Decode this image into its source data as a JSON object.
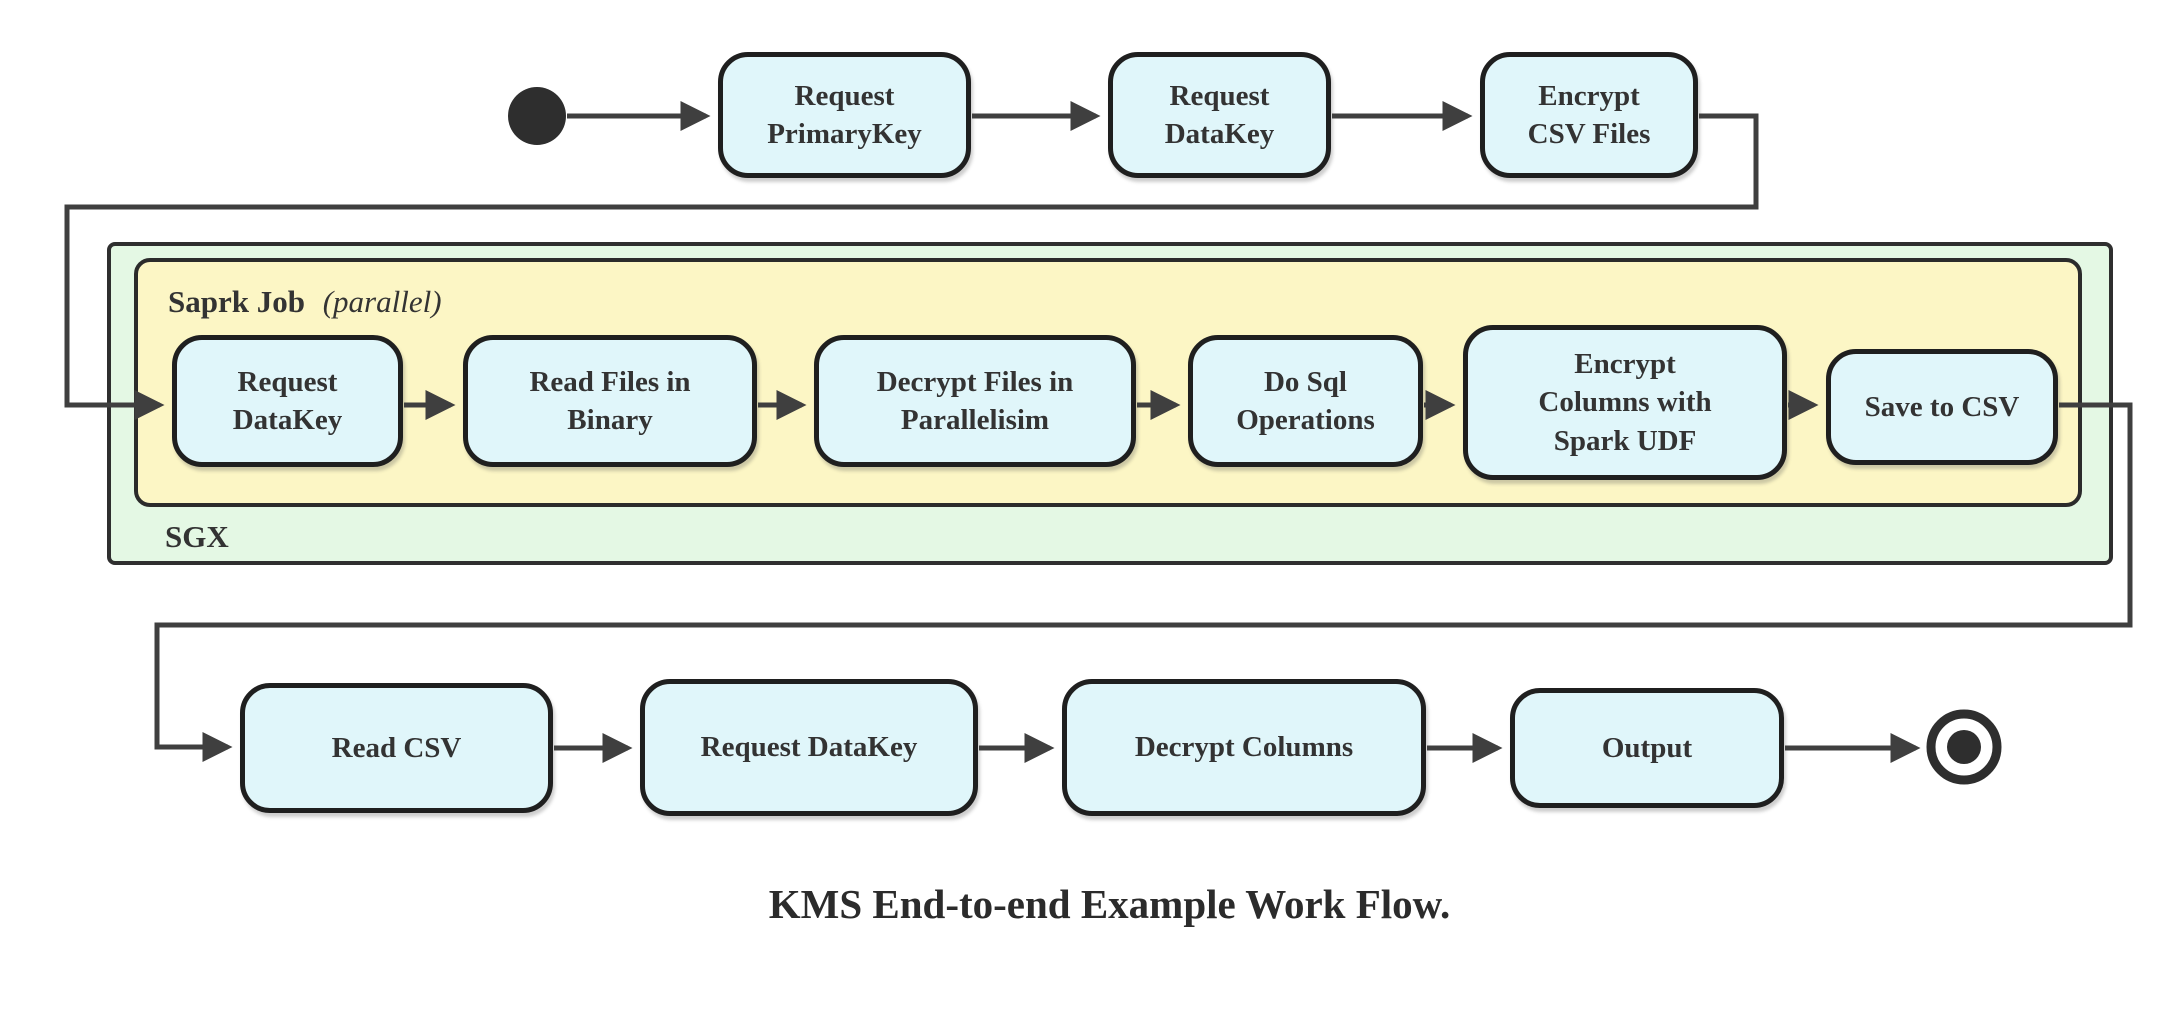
{
  "diagram": {
    "caption": "KMS End-to-end Example Work Flow.",
    "colors": {
      "node_fill": "#e0f6fa",
      "node_border": "#1f1f1f",
      "edge": "#3f3f3f",
      "sgx_fill": "#e4f8e4",
      "spark_fill": "#fcf6c5",
      "text": "#333333"
    },
    "start_node": "initial-node",
    "end_node": "final-node",
    "top_row": [
      {
        "id": "request-primarykey",
        "label": "Request\nPrimaryKey"
      },
      {
        "id": "request-datakey",
        "label": "Request\nDataKey"
      },
      {
        "id": "encrypt-csv-files",
        "label": "Encrypt\nCSV Files"
      }
    ],
    "sgx_container": {
      "label": "SGX",
      "spark_container": {
        "label_bold": "Saprk Job",
        "label_italic": "(parallel)",
        "nodes": [
          {
            "id": "request-datakey-2",
            "label": "Request\nDataKey"
          },
          {
            "id": "read-files-in-binary",
            "label": "Read Files in\nBinary"
          },
          {
            "id": "decrypt-files-in-parallelisim",
            "label": "Decrypt Files in\nParallelisim"
          },
          {
            "id": "do-sql-operations",
            "label": "Do Sql\nOperations"
          },
          {
            "id": "encrypt-columns-with-spark-udf",
            "label": "Encrypt\nColumns with\nSpark UDF"
          },
          {
            "id": "save-to-csv",
            "label": "Save to CSV"
          }
        ]
      }
    },
    "bottom_row": [
      {
        "id": "read-csv",
        "label": "Read CSV"
      },
      {
        "id": "request-datakey-3",
        "label": "Request DataKey"
      },
      {
        "id": "decrypt-columns",
        "label": "Decrypt Columns"
      },
      {
        "id": "output",
        "label": "Output"
      }
    ]
  }
}
